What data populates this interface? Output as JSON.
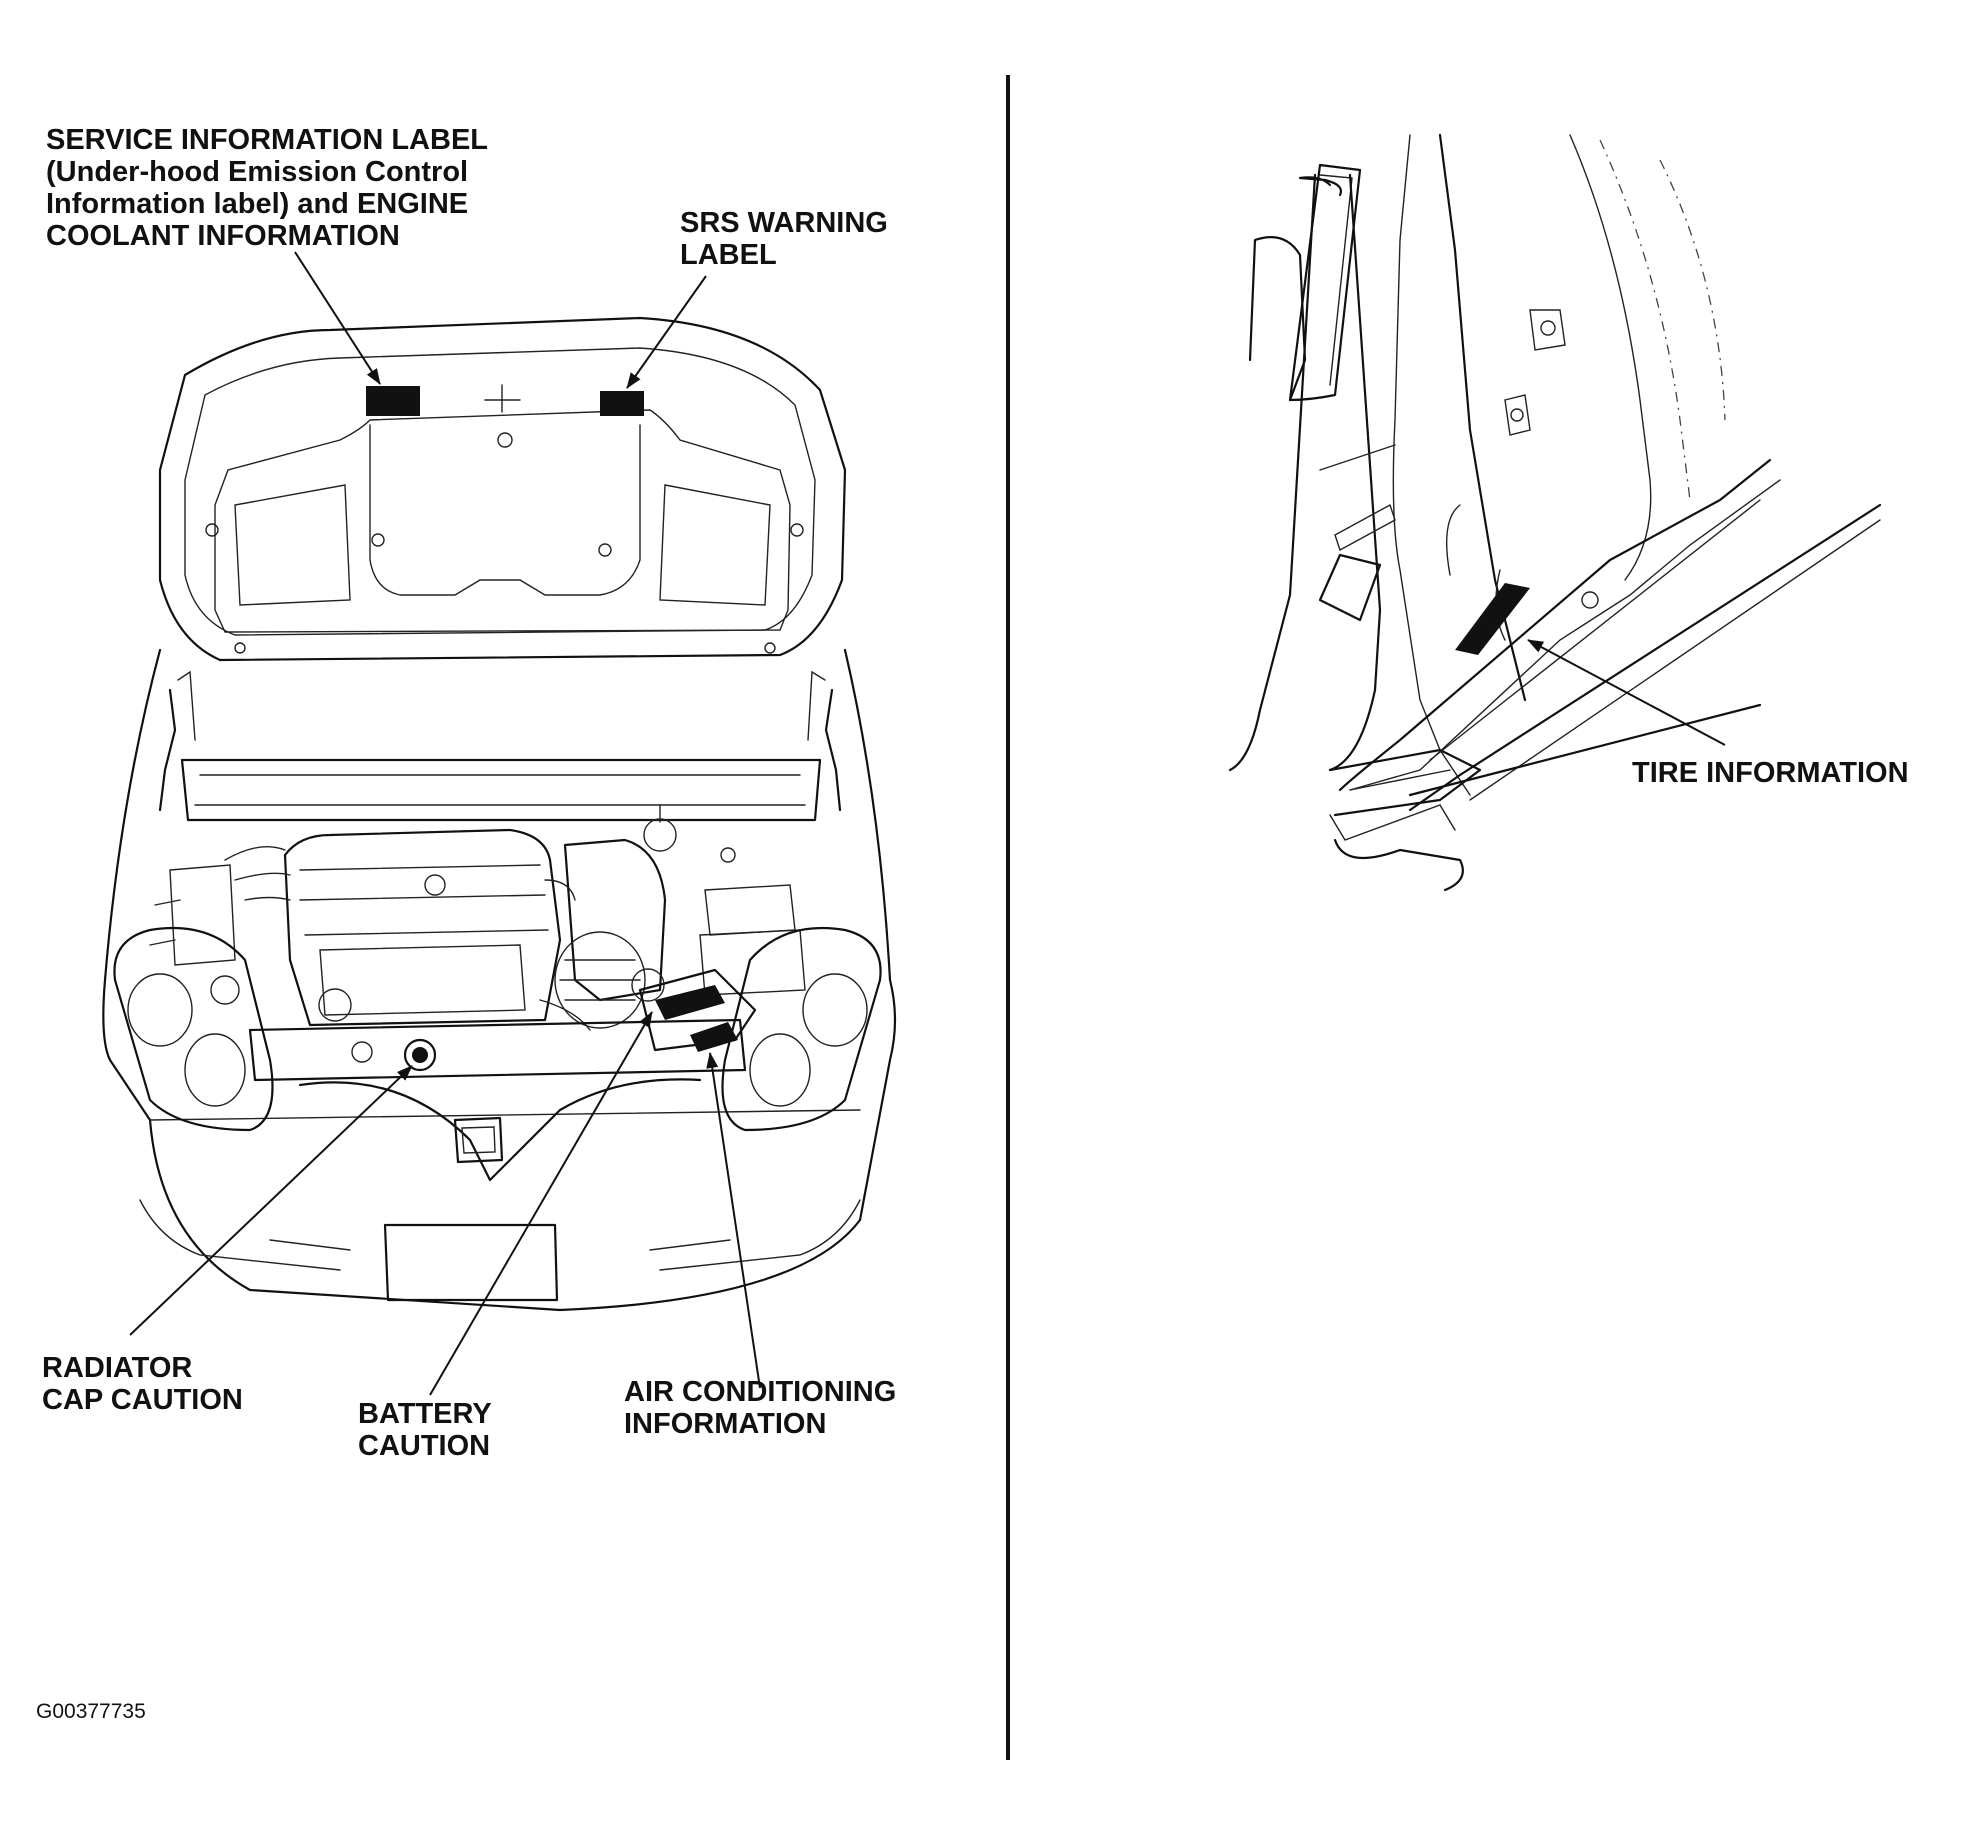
{
  "labels": {
    "service_info": [
      "SERVICE INFORMATION LABEL",
      "(Under-hood Emission Control",
      "Information label) and ENGINE",
      "COOLANT INFORMATION"
    ],
    "srs_warning": [
      "SRS WARNING",
      "LABEL"
    ],
    "radiator_cap": [
      "RADIATOR",
      "CAP CAUTION"
    ],
    "battery": [
      "BATTERY",
      "CAUTION"
    ],
    "air_conditioning": [
      "AIR CONDITIONING",
      "INFORMATION"
    ],
    "tire_info": [
      "TIRE INFORMATION"
    ]
  },
  "figure_code": "G00377735",
  "colors": {
    "ink": "#111111",
    "background": "#ffffff"
  }
}
